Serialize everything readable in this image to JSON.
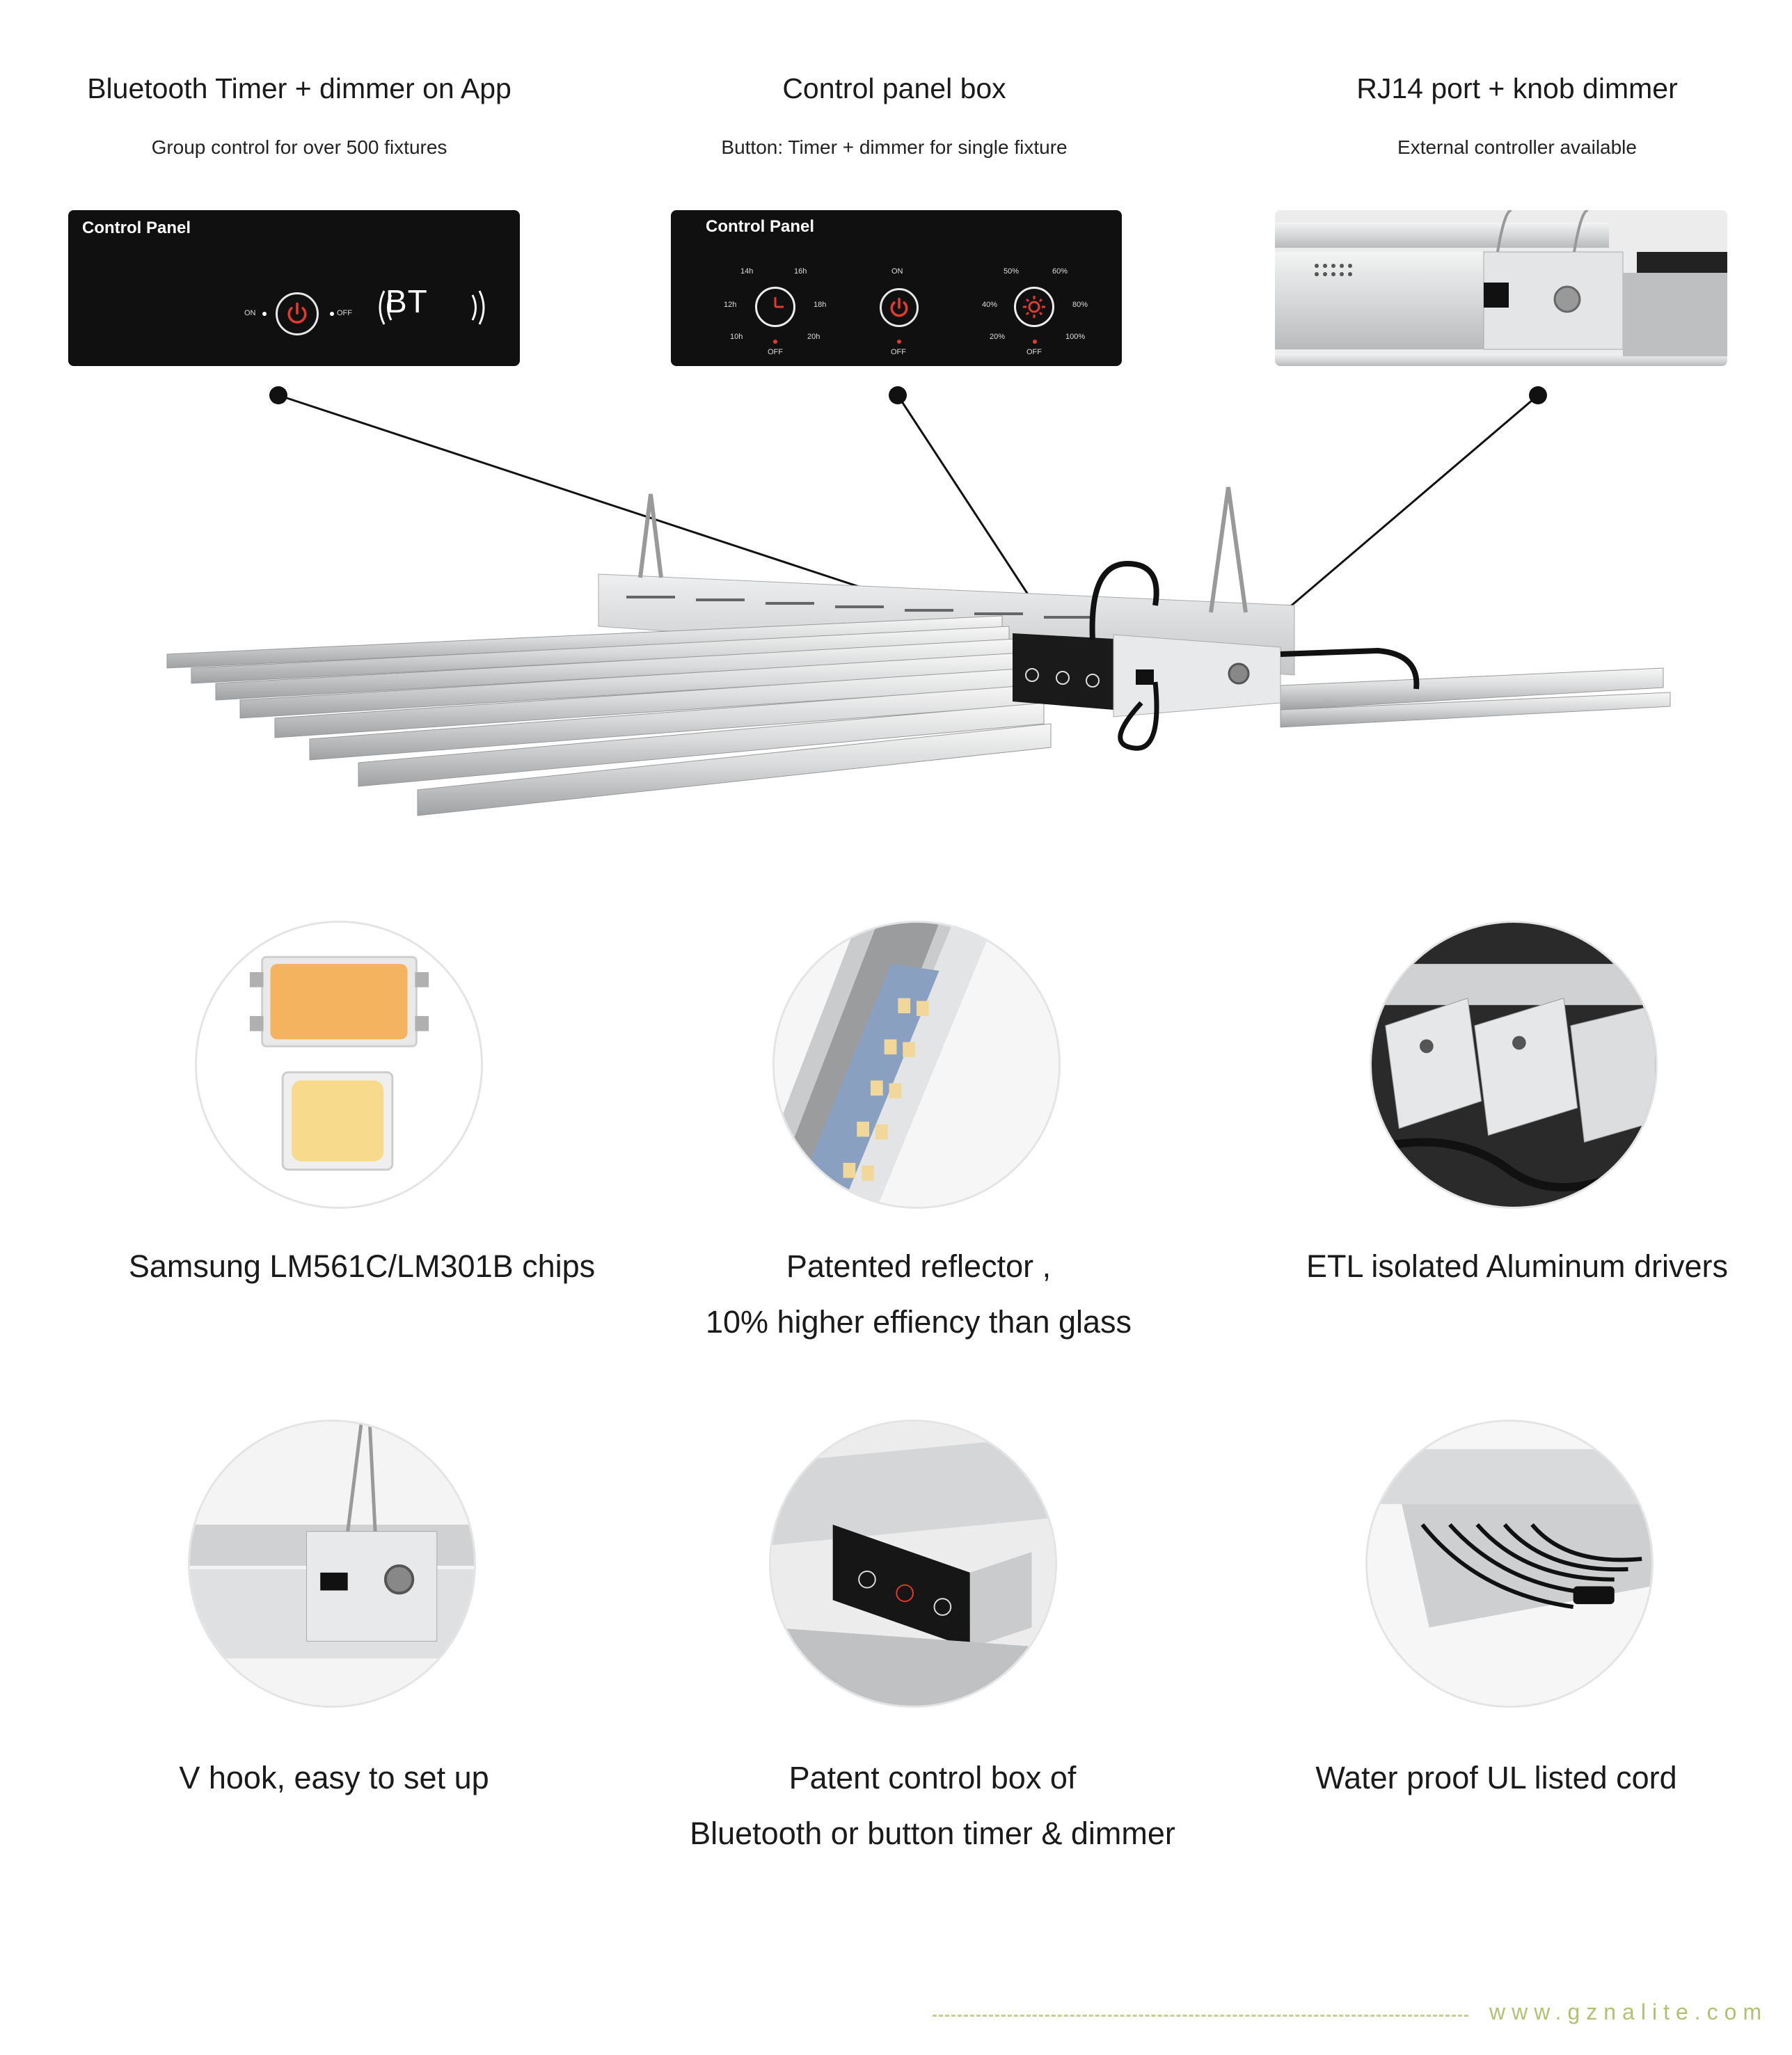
{
  "features_top": [
    {
      "title": "Bluetooth Timer + dimmer on App",
      "subtitle": "Group control for over 500 fixtures"
    },
    {
      "title": "Control panel box",
      "subtitle": "Button: Timer + dimmer for single fixture"
    },
    {
      "title": "RJ14 port + knob dimmer",
      "subtitle": "External controller available"
    }
  ],
  "panels": {
    "bt": {
      "title": "Control Panel",
      "on": "ON",
      "off": "OFF",
      "bt": "BT"
    },
    "box": {
      "title": "Control Panel",
      "timer": {
        "h14": "14h",
        "h16": "16h",
        "h12": "12h",
        "h18": "18h",
        "h10": "10h",
        "h20": "20h",
        "off": "OFF"
      },
      "power": {
        "on": "ON",
        "off": "OFF"
      },
      "dimmer": {
        "p50": "50%",
        "p60": "60%",
        "p40": "40%",
        "p80": "80%",
        "p20": "20%",
        "p100": "100%",
        "off": "OFF"
      }
    }
  },
  "features": [
    {
      "lines": [
        "Samsung LM561C/LM301B chips"
      ]
    },
    {
      "lines": [
        "Patented reflector ,",
        "10% higher effiency than glass"
      ]
    },
    {
      "lines": [
        "ETL isolated Aluminum drivers"
      ]
    },
    {
      "lines": [
        "V hook, easy to set up"
      ]
    },
    {
      "lines": [
        "Patent control box of",
        "Bluetooth or button timer & dimmer"
      ]
    },
    {
      "lines": [
        "Water proof UL listed cord"
      ]
    }
  ],
  "footer": {
    "url": "www.gznalite.com"
  },
  "colors": {
    "accent_red": "#e23a2e",
    "panel_black": "#101010",
    "footer_green": "#b3bf72"
  }
}
